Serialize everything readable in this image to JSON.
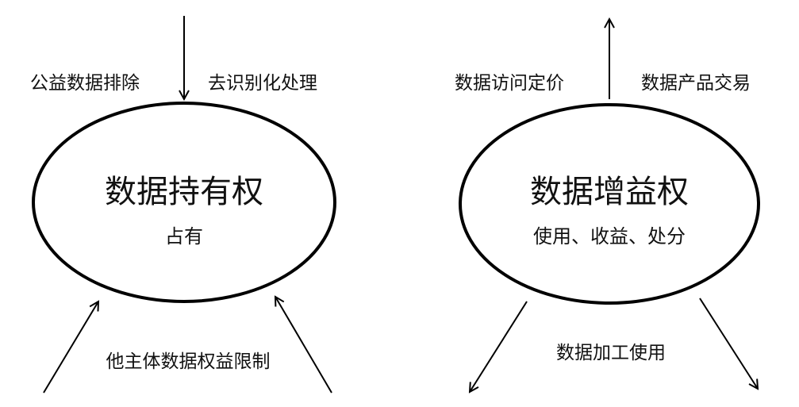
{
  "left": {
    "title": "数据持有权",
    "subtitle": "占有",
    "top_left_label": "公益数据排除",
    "top_right_label": "去识别化处理",
    "bottom_label": "他主体数据权益限制"
  },
  "right": {
    "title": "数据增益权",
    "subtitle": "使用、收益、处分",
    "top_left_label": "数据访问定价",
    "top_right_label": "数据产品交易",
    "bottom_label": "数据加工使用"
  },
  "colors": {
    "stroke": "#000000",
    "background": "#ffffff"
  }
}
